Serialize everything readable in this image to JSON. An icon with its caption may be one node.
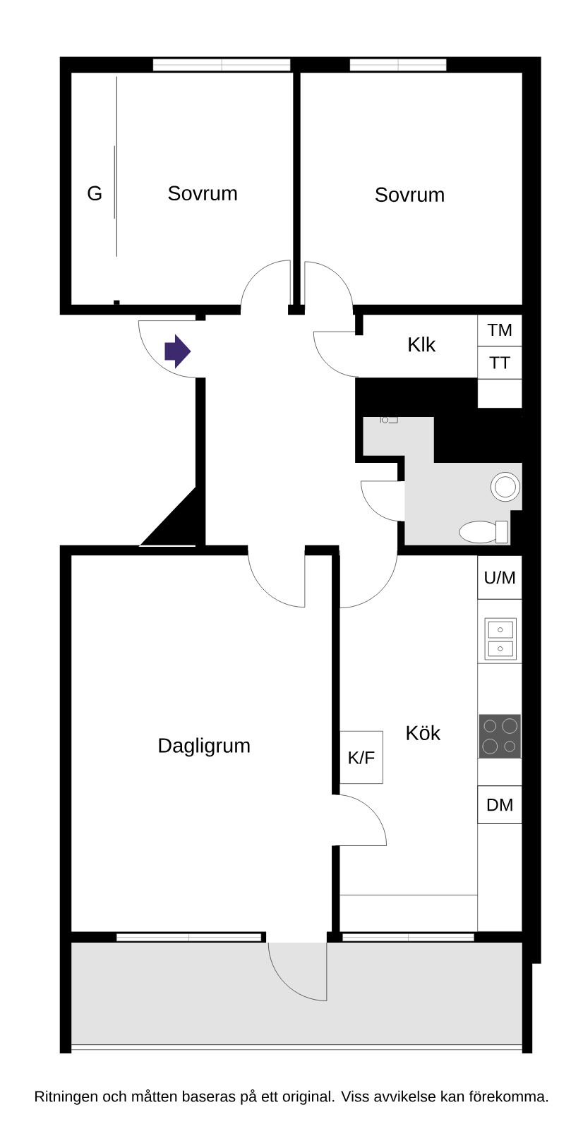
{
  "diagram": {
    "caption": "Ritningen och måtten baseras på ett original. Viss avvikelse kan förekomma.",
    "nodes": [
      {
        "text": [
          "G"
        ]
      },
      {
        "text": [
          "Sovrum"
        ]
      },
      {
        "text": [
          "Sovrum"
        ]
      },
      {
        "text": [
          "Klk"
        ]
      },
      {
        "text": [
          "TM"
        ]
      },
      {
        "text": [
          "TT"
        ]
      },
      {
        "text": [],
        "shape": "box"
      },
      {
        "text": [
          "U/M"
        ]
      },
      {
        "text": [
          "Kök"
        ]
      },
      {
        "text": [
          "K/F"
        ]
      },
      {
        "text": [
          "DM"
        ]
      },
      {
        "text": [
          "Dagligrum"
        ]
      }
    ]
  }
}
